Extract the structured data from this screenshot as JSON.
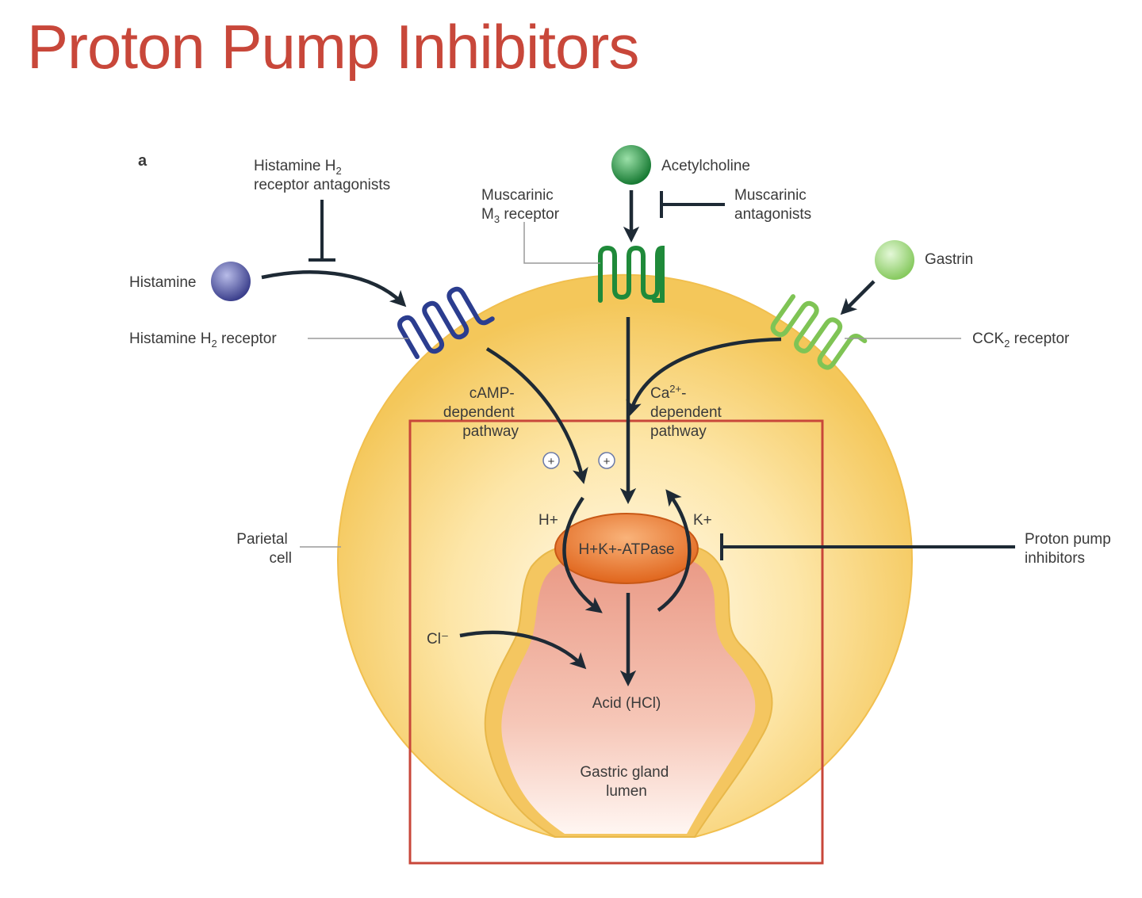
{
  "title": "Proton Pump Inhibitors",
  "panel_letter": "a",
  "labels": {
    "h2_antagonists_line1": "Histamine H",
    "h2_antagonists_sub": "2",
    "h2_antagonists_line2": "receptor antagonists",
    "histamine": "Histamine",
    "h2_receptor": "Histamine H",
    "h2_receptor_sub": "2",
    "h2_receptor_tail": " receptor",
    "muscarinic_line1": "Muscarinic",
    "muscarinic_line2": "M",
    "muscarinic_sub": "3",
    "muscarinic_tail": " receptor",
    "acetylcholine": "Acetylcholine",
    "muscarinic_antagonists_line1": "Muscarinic",
    "muscarinic_antagonists_line2": "antagonists",
    "gastrin": "Gastrin",
    "cck2_receptor": "CCK",
    "cck2_sub": "2",
    "cck2_tail": " receptor",
    "camp_line1": "cAMP-",
    "camp_line2": "dependent",
    "camp_line3": "pathway",
    "ca_line1": "Ca",
    "ca_sup": "2+",
    "ca_line1_tail": "-",
    "ca_line2": "dependent",
    "ca_line3": "pathway",
    "plus": "+",
    "h_plus": "H+",
    "k_plus": "K+",
    "atpase": "H+K+-ATPase",
    "parietal_line1": "Parietal",
    "parietal_line2": "cell",
    "ppi_line1": "Proton pump",
    "ppi_line2": "inhibitors",
    "cl_minus": "Cl⁻",
    "acid": "Acid (HCl)",
    "lumen_line1": "Gastric gland",
    "lumen_line2": "lumen"
  },
  "colors": {
    "title": "#c8473a",
    "histamine": "#4a4f9c",
    "acetylcholine": "#1f8a3a",
    "gastrin": "#8fd06a",
    "cell": "#f6cf6a",
    "atpase": "#e8762a",
    "lumen": "#eaa08e",
    "highlight_box": "#c8473a",
    "arrow": "#1e2a35"
  }
}
